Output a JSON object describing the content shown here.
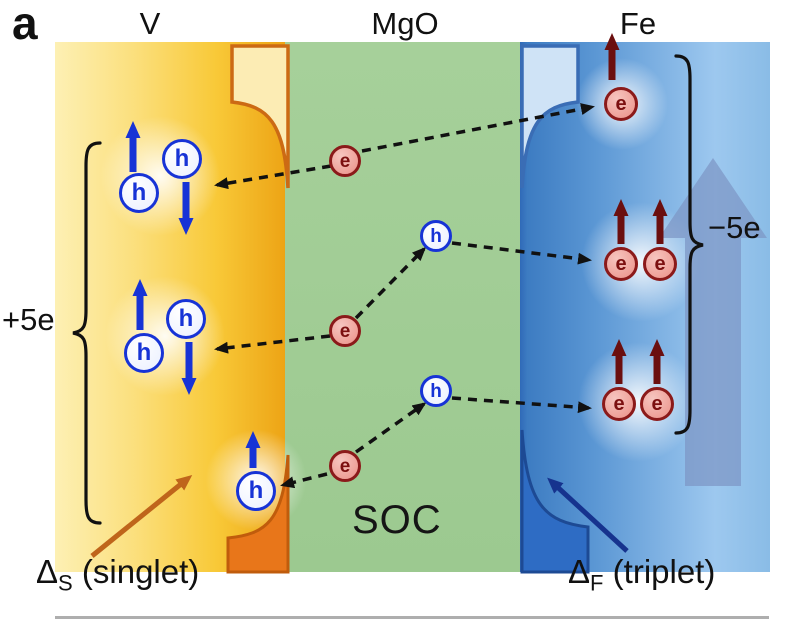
{
  "panel": {
    "label": "a"
  },
  "layers": {
    "superconductor": {
      "label": "V"
    },
    "barrier": {
      "label": "MgO"
    },
    "ferromagnet": {
      "label": "Fe"
    }
  },
  "particles": {
    "hole": "h",
    "electron": "e"
  },
  "annotations": {
    "left_charge": "+5e",
    "right_charge": "−5e",
    "soc": "SOC",
    "gap_s": {
      "delta": "Δ",
      "sub": "S",
      "rest": " (singlet)"
    },
    "gap_f": {
      "delta": "Δ",
      "sub": "F",
      "rest": " (triplet)"
    }
  },
  "colors": {
    "vanadium-yellow": "#f8c938",
    "mgo-green": "#a6d09a",
    "fe-blue": "#5b97d4",
    "hole-blue": "#1733d6",
    "electron-red": "#8b1a1a",
    "electron-fill": "#ee9e96",
    "spin-dark-red": "#6b0f0f",
    "gap-orange": "#e8761a",
    "triplet-blue": "#2e6cc4",
    "pointer-orange": "#bf651b",
    "pointer-navy": "#16338e",
    "magnetization-arrow": "#7d95c5"
  }
}
